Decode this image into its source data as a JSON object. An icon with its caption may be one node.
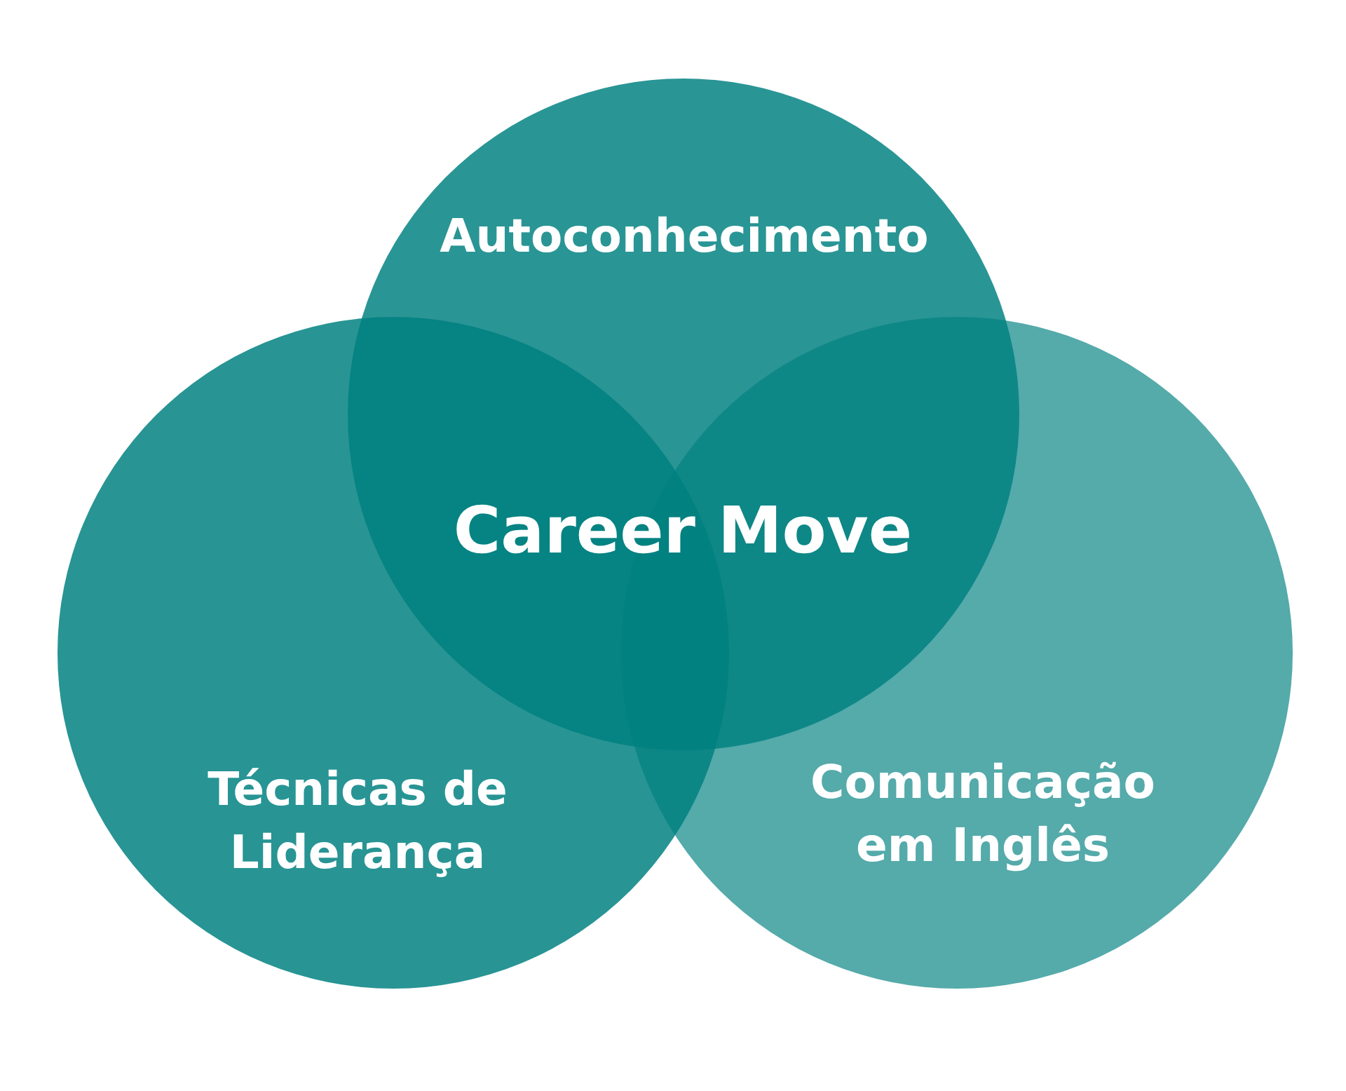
{
  "diagram": {
    "nodes": [
      {
        "text": [
          "Autoconhecimento"
        ]
      },
      {
        "text": [
          "Técnicas de Liderança"
        ]
      },
      {
        "text": [
          "Comunicação em Inglês"
        ]
      }
    ],
    "labels": [
      "Career Move"
    ]
  }
}
